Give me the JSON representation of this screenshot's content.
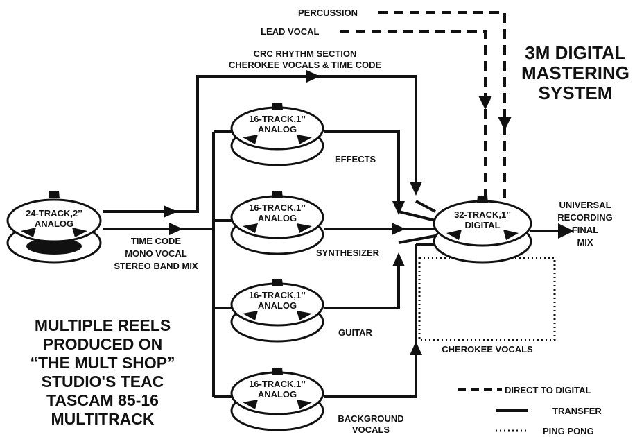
{
  "system_title": [
    "3M DIGITAL",
    "MASTERING",
    "SYSTEM"
  ],
  "footnote": [
    "MULTIPLE REELS",
    "PRODUCED ON",
    "“THE MULT SHOP”",
    "STUDIO'S TEAC",
    "TASCAM 85-16",
    "MULTITRACK"
  ],
  "reels": {
    "source": [
      "24-TRACK,2’’",
      "ANALOG"
    ],
    "effects": [
      "16-TRACK,1’’",
      "ANALOG"
    ],
    "synth": [
      "16-TRACK,1’’",
      "ANALOG"
    ],
    "guitar": [
      "16-TRACK,1’’",
      "ANALOG"
    ],
    "bg": [
      "16-TRACK,1’’",
      "ANALOG"
    ],
    "digital": [
      "32-TRACK,1’’",
      "DIGITAL"
    ]
  },
  "labels": {
    "percussion": "PERCUSSION",
    "lead_vocal": "LEAD VOCAL",
    "crc": [
      "CRC RHYTHM SECTION",
      "CHEROKEE VOCALS & TIME CODE"
    ],
    "effects": "EFFECTS",
    "synthesizer": "SYNTHESIZER",
    "guitar": "GUITAR",
    "background": [
      "BACKGROUND",
      "VOCALS"
    ],
    "timecode": [
      "TIME CODE",
      "MONO VOCAL",
      "STEREO BAND MIX"
    ],
    "universal": [
      "UNIVERSAL",
      "RECORDING",
      "FINAL",
      "MIX"
    ],
    "cherokee": "CHEROKEE VOCALS"
  },
  "legend": {
    "direct": "DIRECT TO DIGITAL",
    "transfer": "TRANSFER",
    "pingpong": "PING PONG"
  }
}
